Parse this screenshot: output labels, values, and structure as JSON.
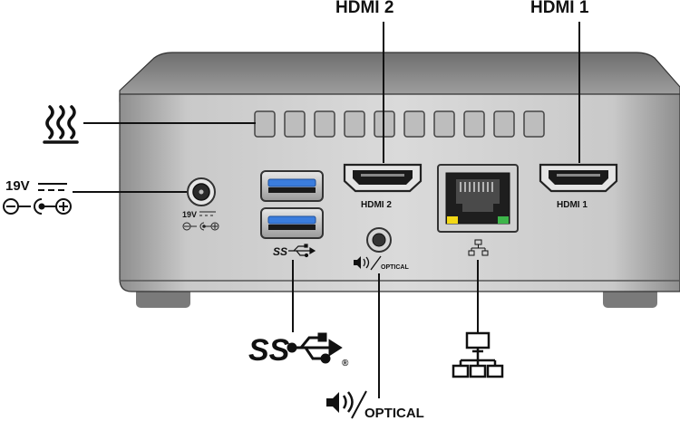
{
  "labels": {
    "hdmi2_top": "HDMI 2",
    "hdmi1_top": "HDMI 1",
    "hdmi2_port": "HDMI 2",
    "hdmi1_port": "HDMI 1",
    "dc_voltage": "19V",
    "dc_voltage_small": "19V",
    "optical": "OPTICAL",
    "optical_small": "OPTICAL",
    "ss_logo": "SS",
    "ss_small": "SS",
    "registered": "®"
  },
  "icons": {
    "heat": "heat-icon",
    "dc_polarity": "dc-polarity-icon",
    "audio": "speaker-icon",
    "usb": "usb-trident-icon",
    "network": "network-icon"
  },
  "colors": {
    "chassis_top": "#8d8d8d",
    "chassis_front": "#b4b4b4",
    "feet": "#7a7a7a",
    "usb_blue": "#3b7ddd",
    "led_yellow": "#f2d816",
    "led_green": "#3db54a"
  }
}
